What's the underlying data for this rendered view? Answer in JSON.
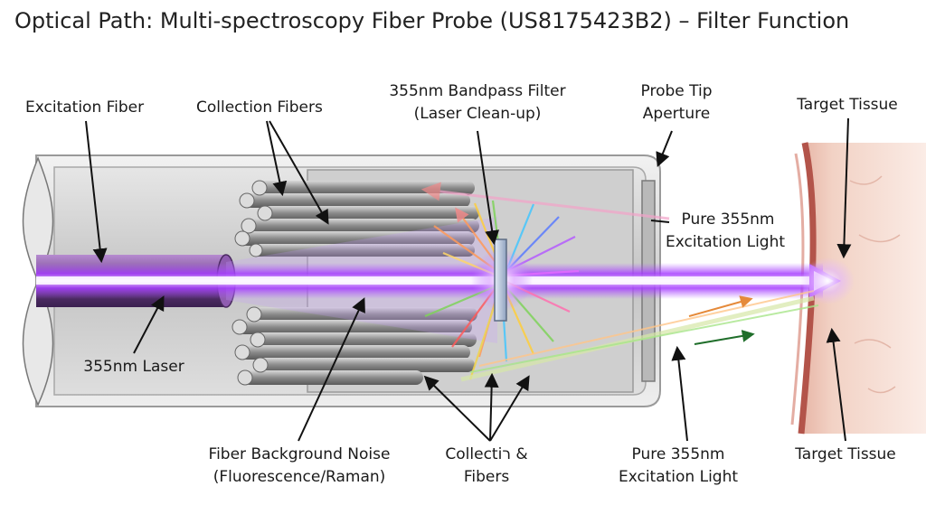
{
  "title": "Optical Path: Multi-spectroscopy Fiber Probe (US8175423B2) – Filter Function",
  "labels": {
    "excitation_fiber": "Excitation Fiber",
    "collection_fibers_top": "Collection Fibers",
    "bandpass_filter_line1": "355nm Bandpass Filter",
    "bandpass_filter_line2": "(Laser Clean-up)",
    "probe_tip_line1": "Probe Tip",
    "probe_tip_line2": "Aperture",
    "target_tissue_top": "Target Tissue",
    "pure_light_top_line1": "Pure 355nm",
    "pure_light_top_line2": "Excitation Light",
    "laser": "355nm Laser",
    "noise_line1": "Fiber Background Noise",
    "noise_line2": "(Fluorescence/Raman)",
    "collection_bottom_line1": "Collectiר &",
    "collection_bottom_line2": "Fibers",
    "pure_light_bottom_line1": "Pure 355nm",
    "pure_light_bottom_line2": "Excitation Light",
    "target_tissue_bottom": "Target Tissue"
  },
  "colors": {
    "laser": "#9b30ff",
    "laser_core": "#e9c8ff",
    "housing": "#d6d6d6",
    "fiber": "#8c8c8c",
    "filter": "#b8c6dc",
    "tissue": "#f1d3c5",
    "tissue_edge": "#b3544a",
    "arrow": "#111111"
  }
}
